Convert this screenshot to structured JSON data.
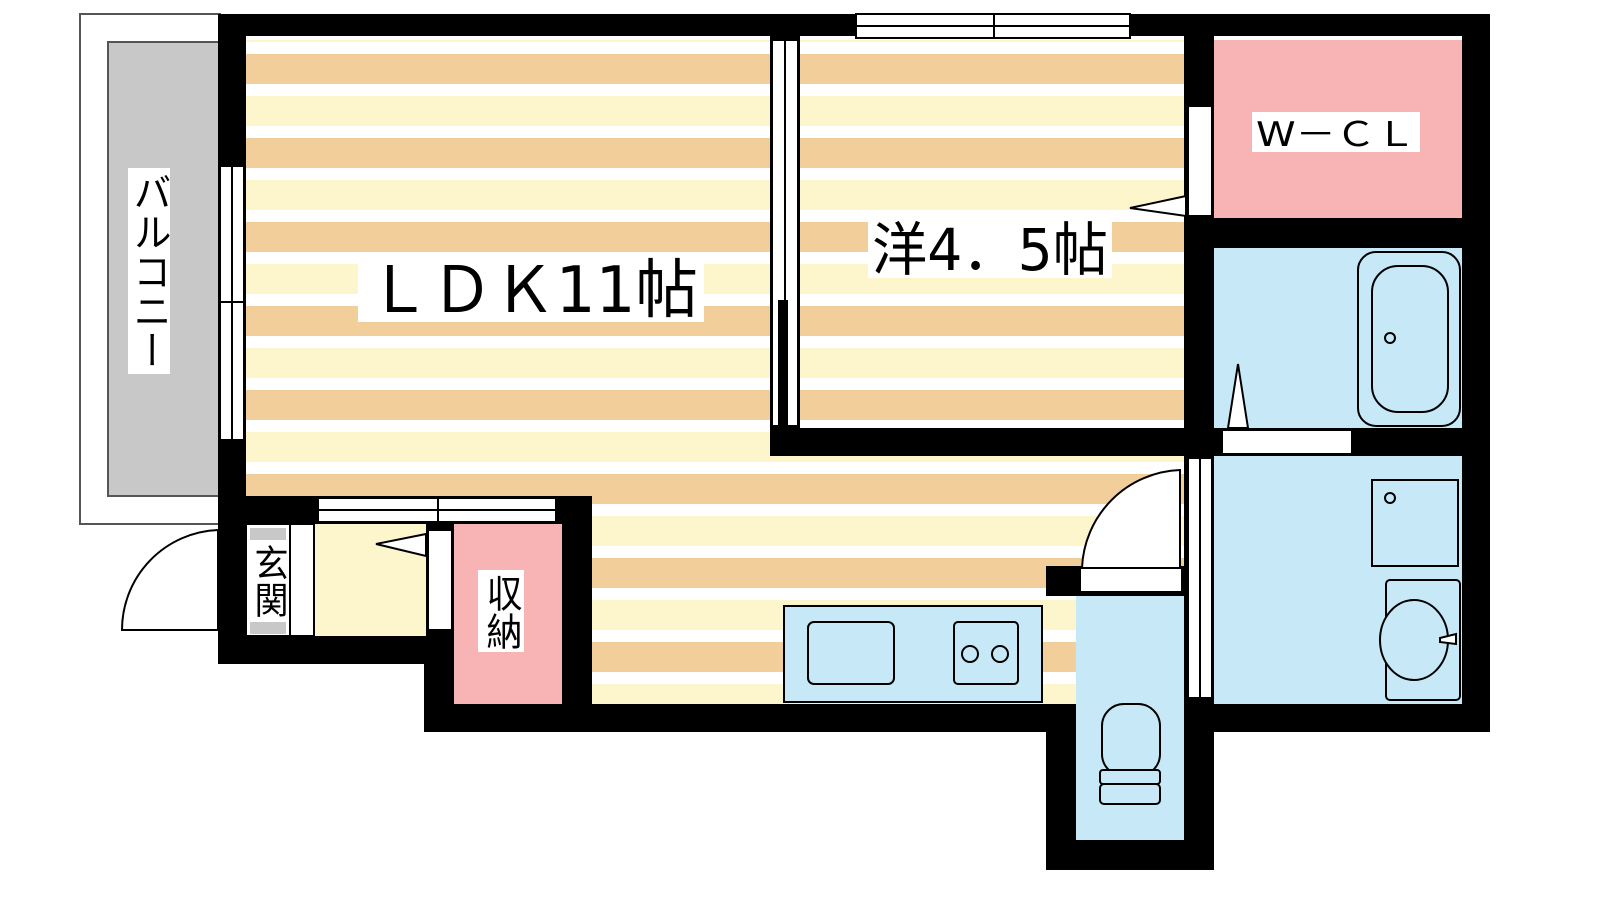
{
  "floorplan": {
    "rooms": {
      "ldk": {
        "label": "ＬＤＫ11帖"
      },
      "western": {
        "label": "洋4．5帖"
      },
      "walk_in_closet": {
        "label": "W－ＣＬ"
      },
      "balcony": {
        "label": "バルコニー"
      },
      "entrance": {
        "label": "玄関"
      },
      "storage": {
        "label": "収納"
      }
    },
    "colors": {
      "wall": "#000000",
      "floor_stripe": "#f2cf9a",
      "floor_light": "#fdf6cc",
      "wet_area": "#c6e8f7",
      "closet": "#f8b4b4",
      "balcony": "#c8c8c8",
      "entrance_floor": "#fdf6cc"
    }
  }
}
